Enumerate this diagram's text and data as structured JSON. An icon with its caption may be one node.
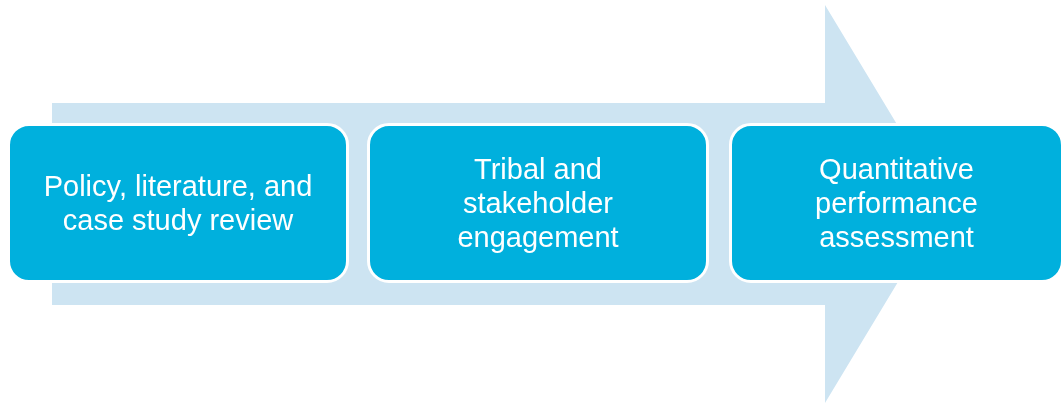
{
  "diagram": {
    "nodes": [
      {
        "text": [
          "Policy, literature, and case study review"
        ]
      },
      {
        "text": [
          "Tribal and stakeholder engagement"
        ]
      },
      {
        "text": [
          "Quantitative performance assessment"
        ]
      }
    ]
  }
}
